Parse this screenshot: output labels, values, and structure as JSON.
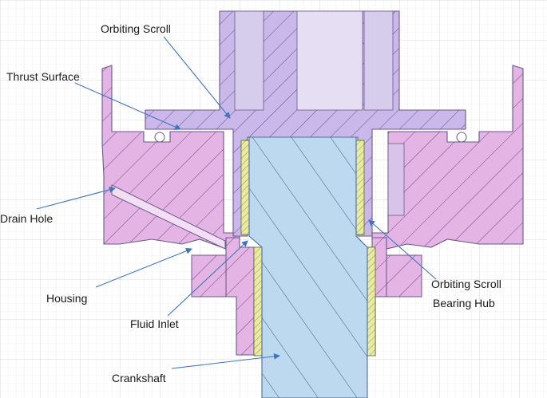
{
  "labels": {
    "orbiting_scroll": "Orbiting Scroll",
    "thrust_surface": "Thrust Surface",
    "drain_hole": "Drain Hole",
    "housing": "Housing",
    "fluid_inlet": "Fluid Inlet",
    "crankshaft": "Crankshaft",
    "bearing_hub_line1": "Orbiting Scroll",
    "bearing_hub_line2": "Bearing Hub"
  },
  "colors": {
    "housing_fill": "#e4b4e4",
    "scroll_fill": "#cbb8ea",
    "crankshaft_fill": "#bcd9ef",
    "bearing_fill": "#eaeaa2",
    "hatch": "#5a3f7a",
    "outline": "#6a5a8a",
    "leader": "#3f74bf",
    "grid_minor": "#e6e8ee",
    "grid_major": "#cfd3dc"
  }
}
